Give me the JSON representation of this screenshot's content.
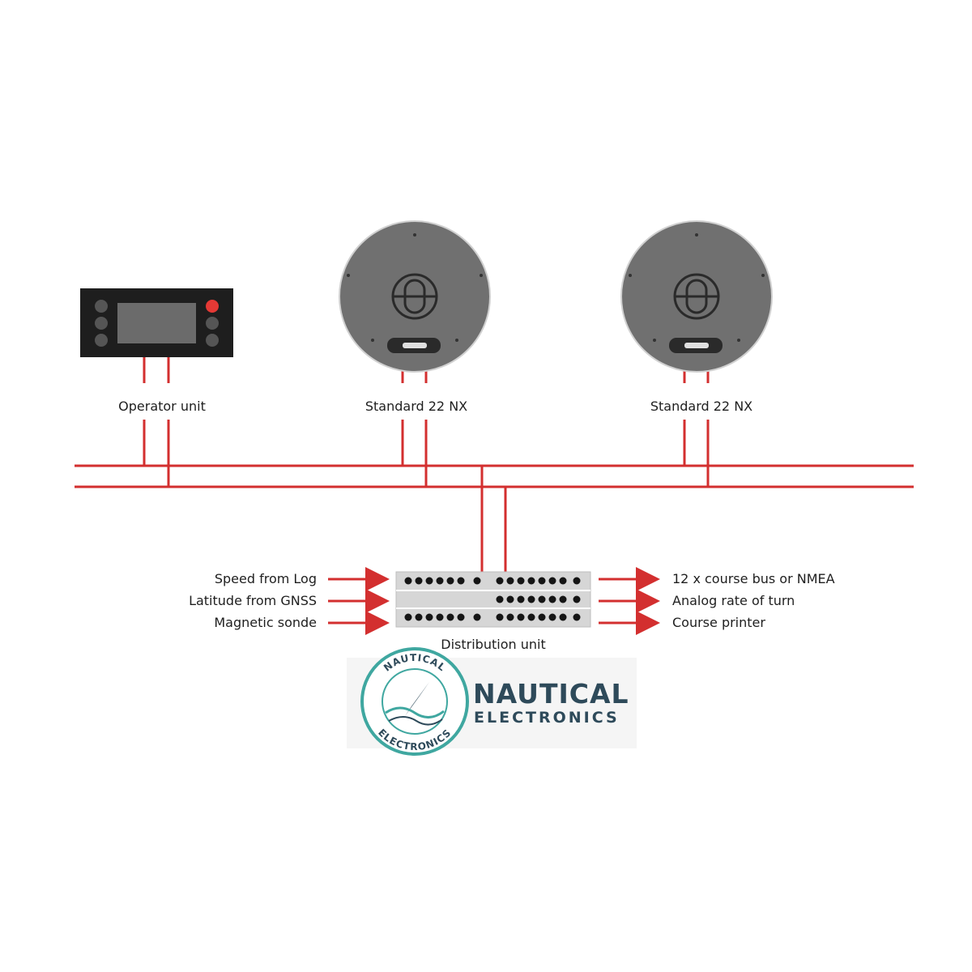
{
  "colors": {
    "wire": "#d32f2f",
    "device_dark": "#1e1e1e",
    "screen": "#6b6b6b",
    "gyro_body": "#707070",
    "panel": "#d6d6d6",
    "brand_navy": "#2e4a5a",
    "brand_teal": "#3fa7a0"
  },
  "devices": {
    "operator_unit": {
      "label": "Operator unit",
      "icon": "operator-panel-icon"
    },
    "gyro_1": {
      "label": "Standard 22 NX",
      "icon": "gyrocompass-icon"
    },
    "gyro_2": {
      "label": "Standard 22 NX",
      "icon": "gyrocompass-icon"
    },
    "distribution": {
      "label": "Distribution unit",
      "icon": "distribution-unit-icon"
    }
  },
  "inputs": [
    {
      "label": "Speed from Log"
    },
    {
      "label": "Latitude from GNSS"
    },
    {
      "label": "Magnetic sonde"
    }
  ],
  "outputs": [
    {
      "label": "12 x course bus or NMEA"
    },
    {
      "label": "Analog rate of turn"
    },
    {
      "label": "Course printer"
    }
  ],
  "logo": {
    "line1": "NAUTICAL",
    "line2": "ELECTRONICS",
    "ring_top": "NAUTICAL",
    "ring_bottom": "ELECTRONICS",
    "icon": "compass-wave-logo-icon"
  }
}
